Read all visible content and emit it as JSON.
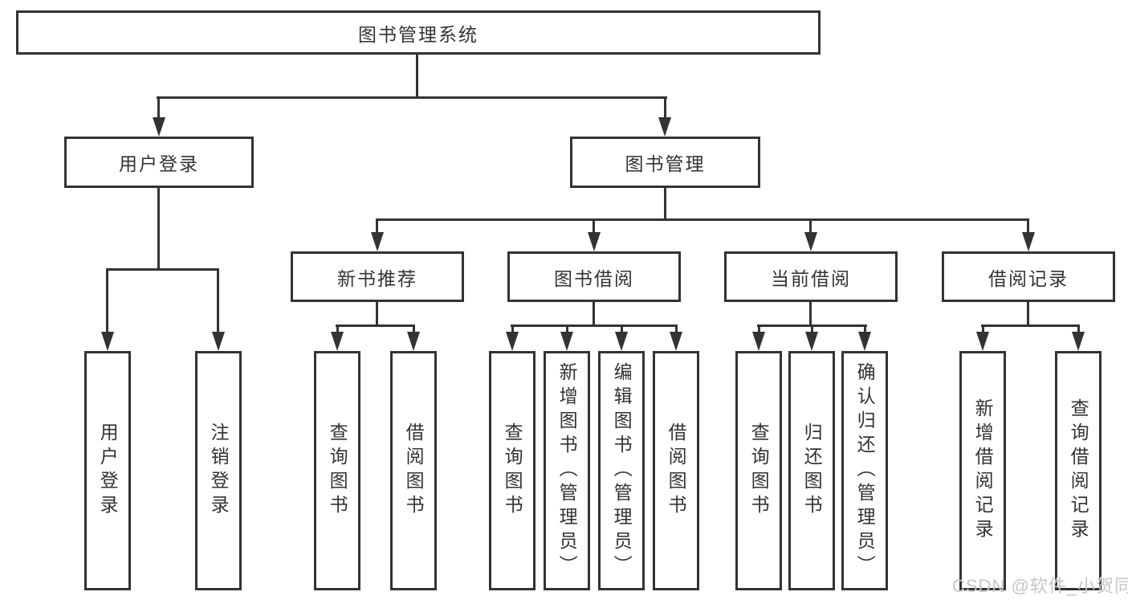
{
  "diagram_type": "hierarchy-tree",
  "tree": {
    "label": "图书管理系统",
    "children": [
      {
        "label": "用户登录",
        "children": [
          {
            "label": "用户登录"
          },
          {
            "label": "注销登录"
          }
        ]
      },
      {
        "label": "图书管理",
        "children": [
          {
            "label": "新书推荐",
            "children": [
              {
                "label": "查询图书"
              },
              {
                "label": "借阅图书"
              }
            ]
          },
          {
            "label": "图书借阅",
            "children": [
              {
                "label": "查询图书"
              },
              {
                "label": "新增图书（管理员）"
              },
              {
                "label": "编辑图书（管理员）"
              },
              {
                "label": "借阅图书"
              }
            ]
          },
          {
            "label": "当前借阅",
            "children": [
              {
                "label": "查询图书"
              },
              {
                "label": "归还图书"
              },
              {
                "label": "确认归还（管理员）"
              }
            ]
          },
          {
            "label": "借阅记录",
            "children": [
              {
                "label": "新增借阅记录"
              },
              {
                "label": "查询借阅记录"
              }
            ]
          }
        ]
      }
    ]
  },
  "watermark": {
    "text": "CSDN @软件_小贺同学"
  },
  "colors": {
    "line": "#333333",
    "box_border": "#333333",
    "text": "#333333",
    "watermark": "#c6c6c6",
    "background": "#ffffff"
  }
}
